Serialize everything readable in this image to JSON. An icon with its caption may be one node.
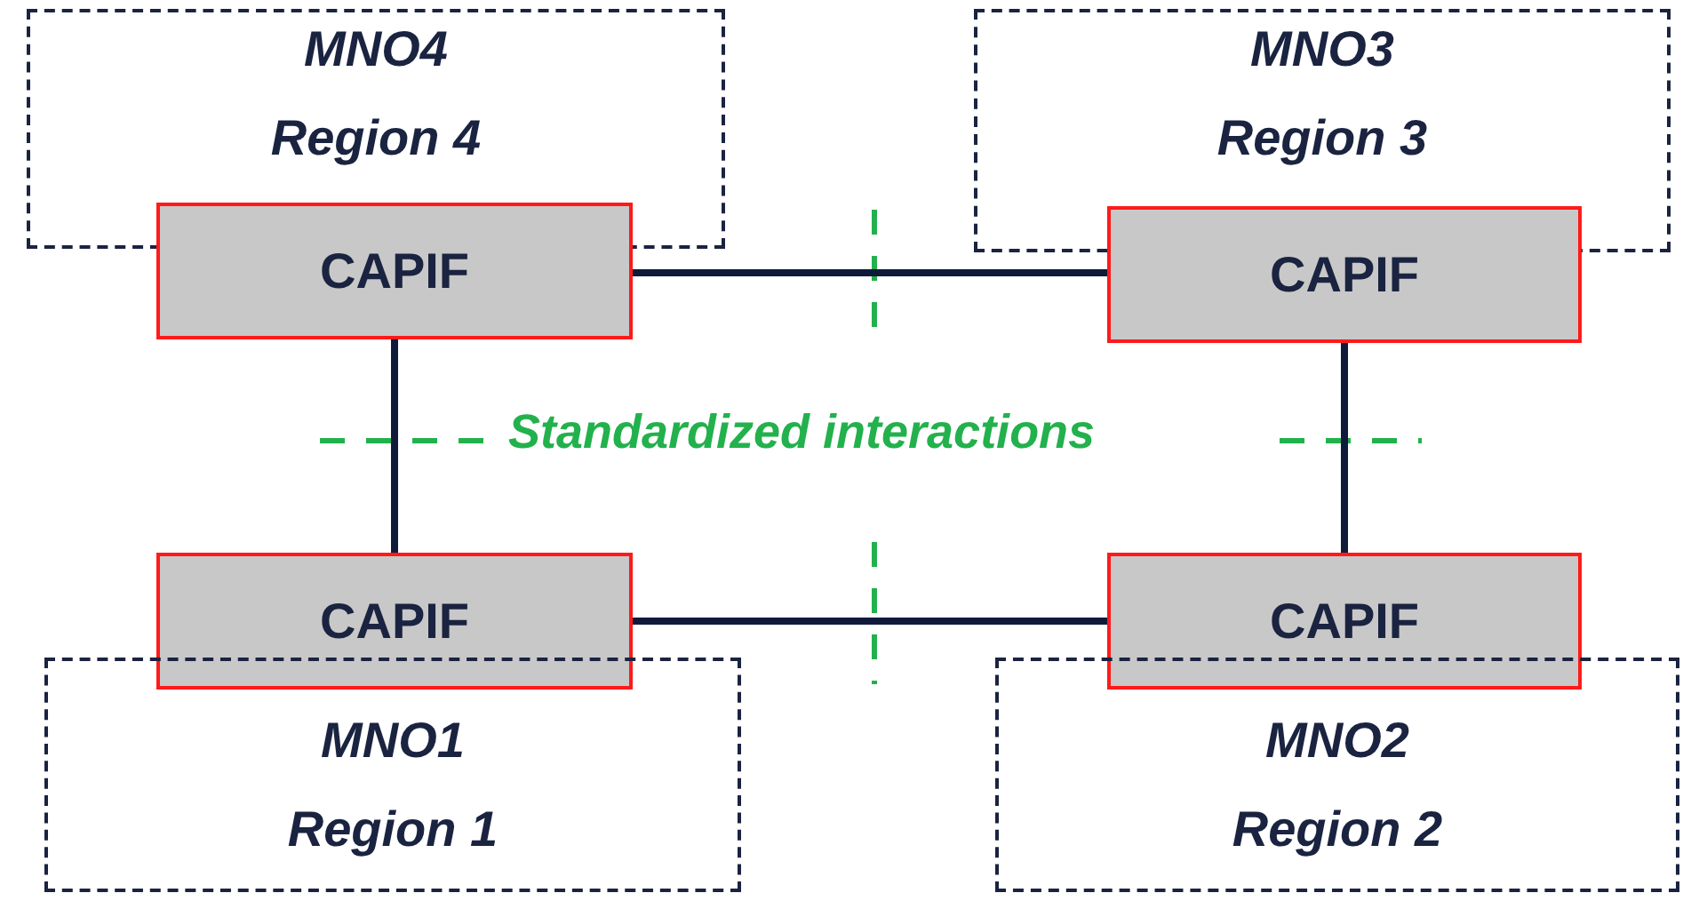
{
  "diagram": {
    "nodes": [
      {
        "text": [
          "MNO4",
          "Region 4"
        ]
      },
      {
        "text": [
          "MNO3",
          "Region 3"
        ]
      },
      {
        "text": [
          "CAPIF"
        ]
      },
      {
        "text": [
          "CAPIF"
        ]
      },
      {
        "text": [
          "CAPIF"
        ]
      },
      {
        "text": [
          "CAPIF"
        ]
      },
      {
        "text": [
          "MNO1",
          "Region 1"
        ]
      },
      {
        "text": [
          "MNO2",
          "Region 2"
        ]
      }
    ],
    "edges": [
      {
        "from": 2,
        "to": 3,
        "arrow": "none"
      },
      {
        "from": 2,
        "to": 4,
        "arrow": "none"
      },
      {
        "from": 3,
        "to": 5,
        "arrow": "none"
      },
      {
        "from": 4,
        "to": 5,
        "arrow": "none"
      }
    ],
    "labels": [
      "Standardized interactions"
    ]
  }
}
